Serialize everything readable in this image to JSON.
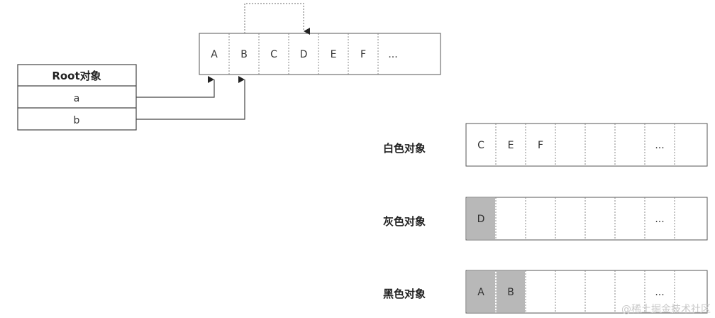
{
  "root": {
    "title": "Root对象",
    "fields": [
      "a",
      "b"
    ]
  },
  "heap": {
    "cells": [
      "A",
      "B",
      "C",
      "D",
      "E",
      "F",
      "..."
    ]
  },
  "sets": [
    {
      "label": "白色对象",
      "cells": [
        "C",
        "E",
        "F",
        "",
        "",
        "",
        "...",
        ""
      ],
      "filled": []
    },
    {
      "label": "灰色对象",
      "cells": [
        "D",
        "",
        "",
        "",
        "",
        "",
        "...",
        ""
      ],
      "filled": [
        0
      ]
    },
    {
      "label": "黑色对象",
      "cells": [
        "A",
        "B",
        "",
        "",
        "",
        "",
        "...",
        ""
      ],
      "filled": [
        0,
        1
      ]
    }
  ],
  "colors": {
    "line": "#444444",
    "dotted": "#888888",
    "filled": "#b8b8b8"
  },
  "watermark": "@稀土掘金技术社区"
}
